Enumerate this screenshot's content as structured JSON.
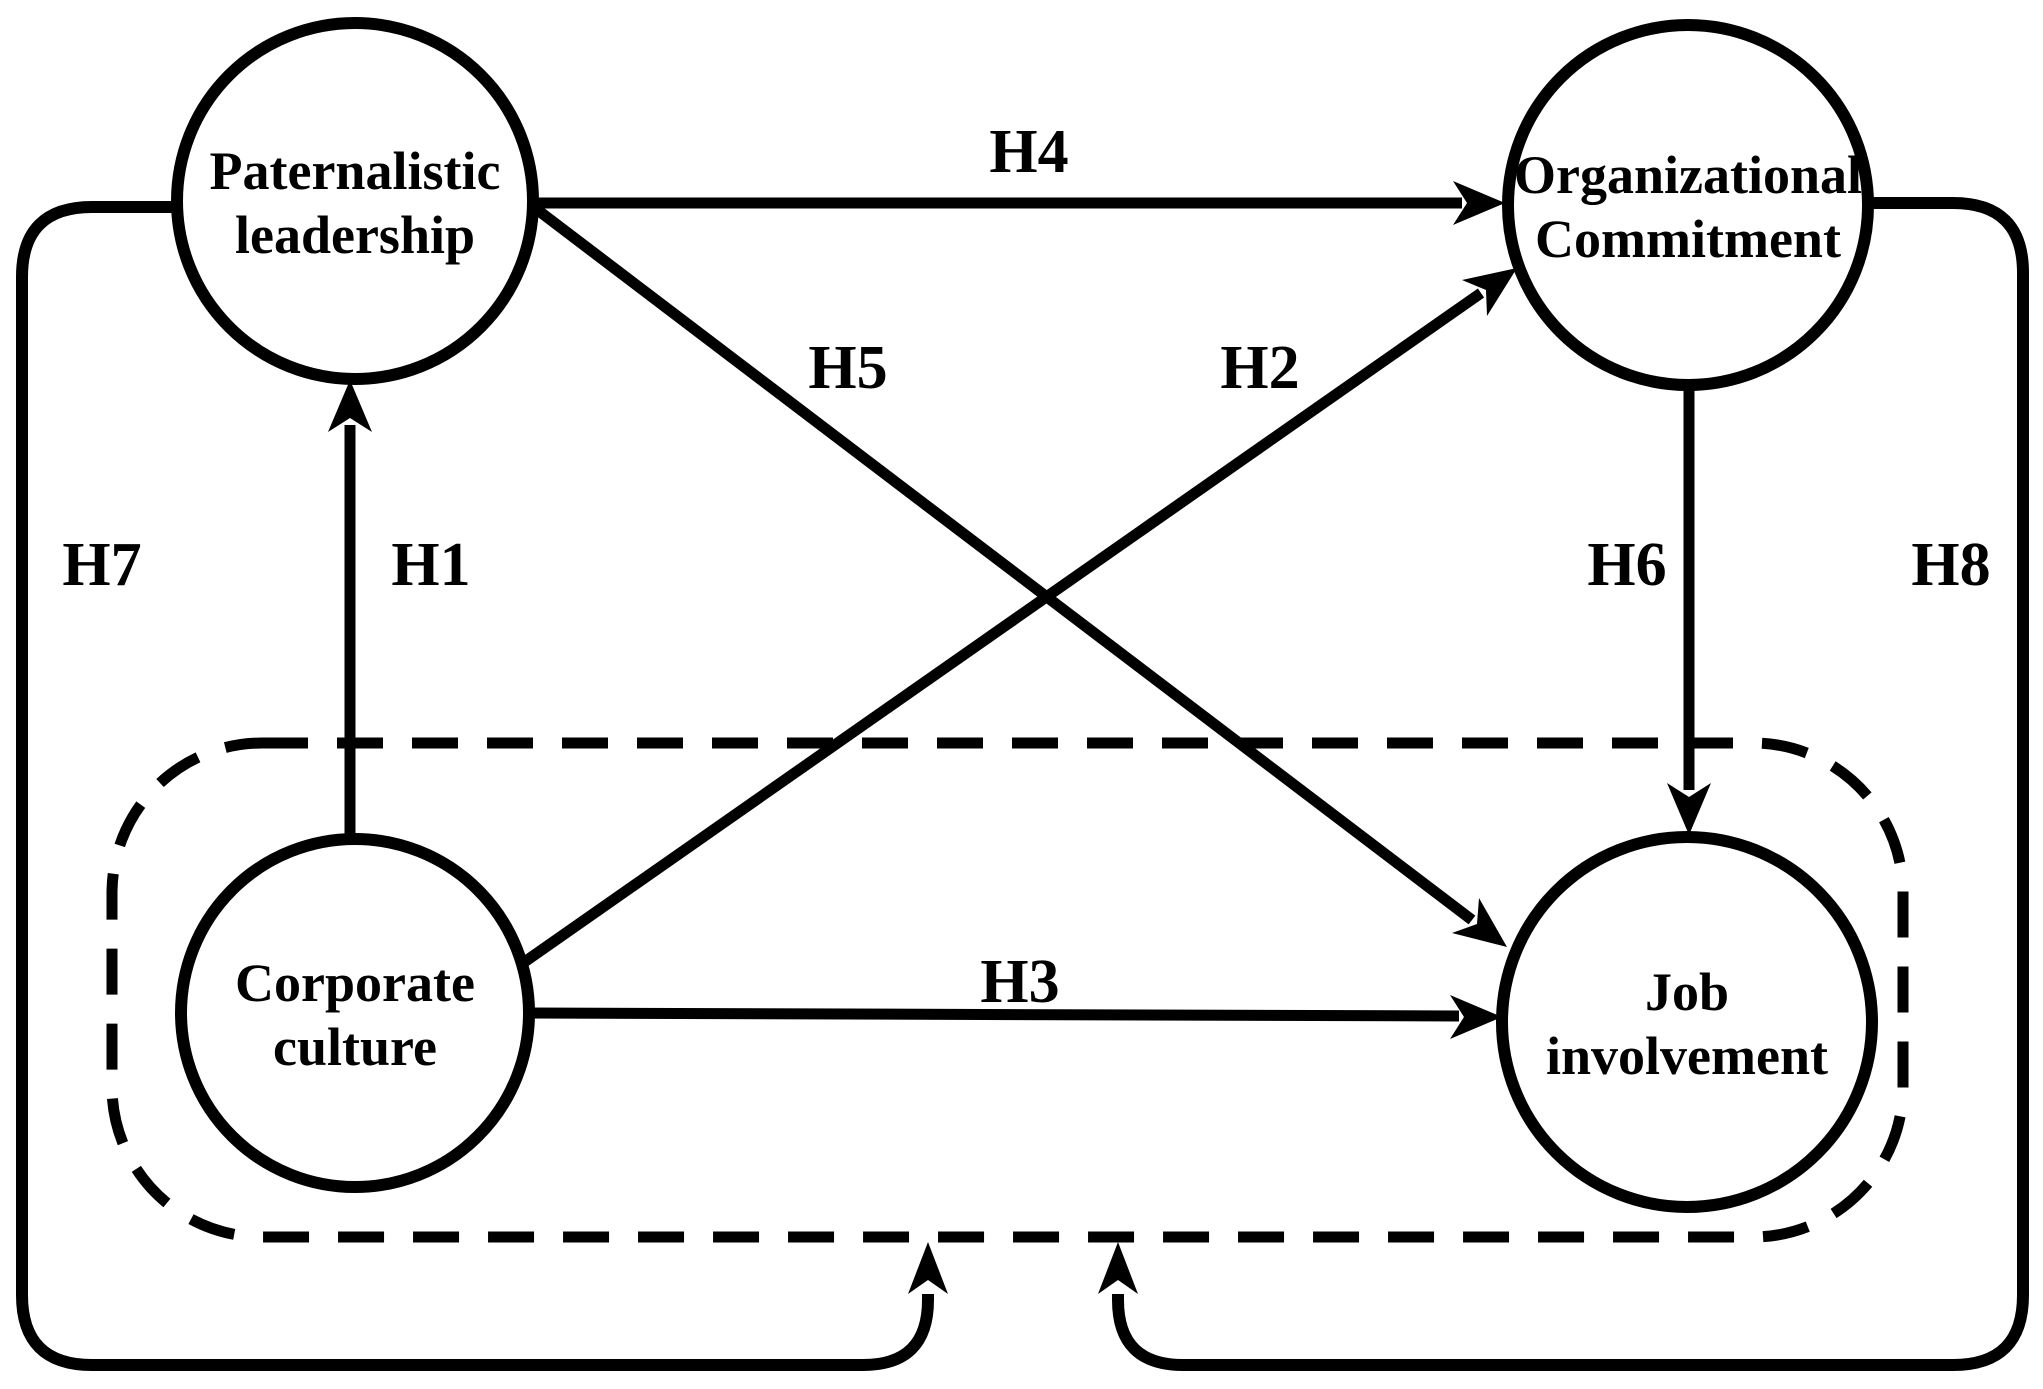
{
  "figure": {
    "background_color": "#ffffff",
    "line_color": "#000000",
    "nodes": [
      {
        "id": "paternalistic-leadership",
        "line1": "Paternalistic",
        "line2": "leadership"
      },
      {
        "id": "organizational-commitment",
        "line1": "Organizational",
        "line2": "Commitment"
      },
      {
        "id": "corporate-culture",
        "line1": "Corporate",
        "line2": "culture"
      },
      {
        "id": "job-involvement",
        "line1": "Job",
        "line2": "involvement"
      }
    ],
    "hypothesis_labels": {
      "h1": "H1",
      "h2": "H2",
      "h3": "H3",
      "h4": "H4",
      "h5": "H5",
      "h6": "H6",
      "h7": "H7",
      "h8": "H8"
    }
  }
}
